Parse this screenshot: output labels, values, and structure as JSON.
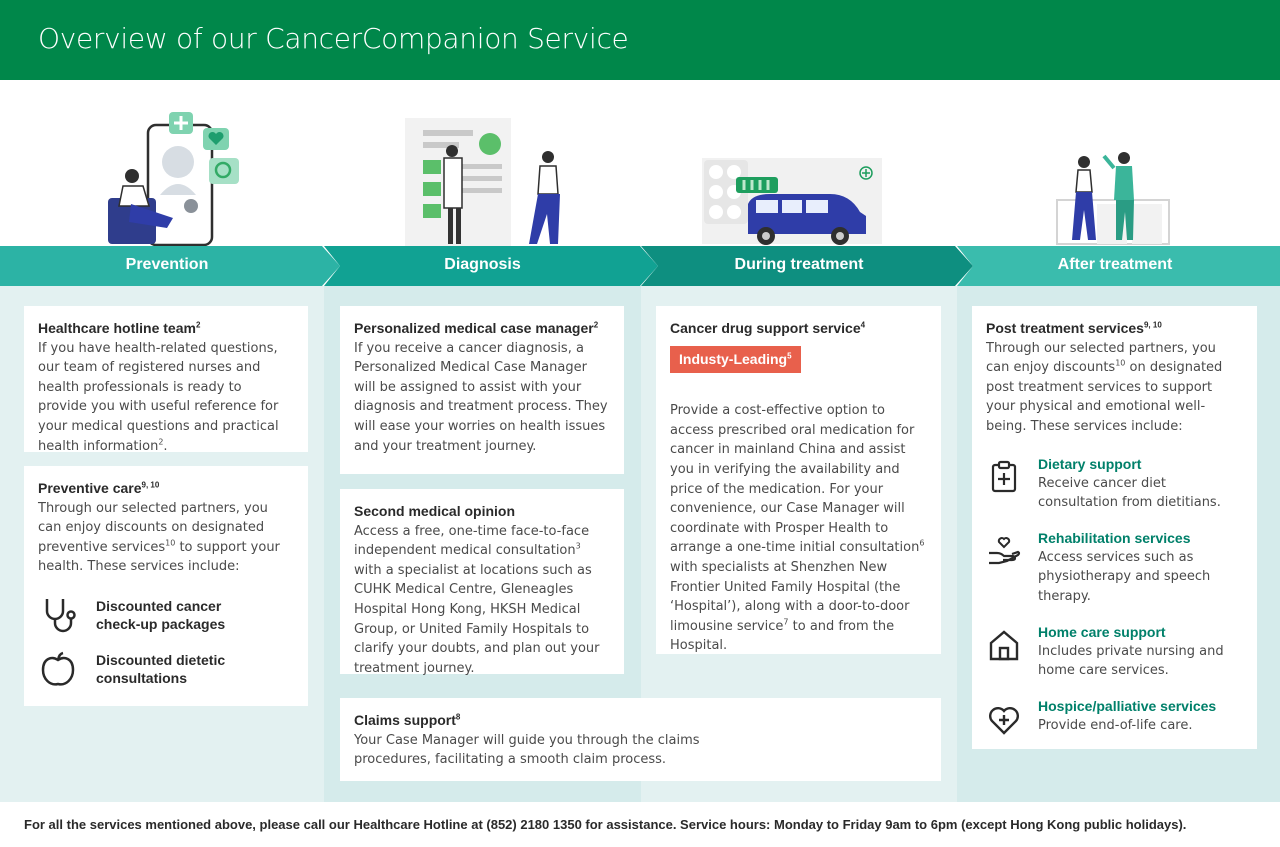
{
  "header": {
    "title": "Overview of our CancerCompanion Service"
  },
  "stages": [
    {
      "label": "Prevention"
    },
    {
      "label": "Diagnosis"
    },
    {
      "label": "During treatment"
    },
    {
      "label": "After treatment"
    }
  ],
  "colors": {
    "brand_green": "#00874a",
    "teal_band": "#1ea896",
    "teal_dark": "#0d9b88",
    "badge": "#e8604c",
    "service_title": "#00806a"
  },
  "prevention": {
    "hotline": {
      "title": "Healthcare hotline team",
      "title_sup": "2",
      "body": "If you have health-related questions, our team of registered nurses and health professionals is ready to provide you with useful reference for your medical questions and practical health information",
      "body_sup": "2",
      "body_end": "."
    },
    "preventive": {
      "title": "Preventive care",
      "title_sup": "9, 10",
      "body_a": "Through our selected partners, you can enjoy discounts on designated preventive services",
      "body_sup": "10",
      "body_b": " to support your health. These services include:",
      "items": [
        {
          "icon": "stethoscope-icon",
          "label": "Discounted cancer check-up packages"
        },
        {
          "icon": "apple-icon",
          "label": "Discounted dietetic consultations"
        }
      ]
    }
  },
  "diagnosis": {
    "case_manager": {
      "title": "Personalized medical case manager",
      "title_sup": "2",
      "body": "If you receive a cancer diagnosis, a Personalized Medical Case Manager will be assigned to assist with your diagnosis and treatment process. They will ease your worries on health issues and your treatment journey."
    },
    "second_opinion": {
      "title": "Second medical opinion",
      "body_a": "Access a free, one-time face-to-face independent medical consultation",
      "body_sup": "3",
      "body_b": " with a specialist at locations such as CUHK Medical Centre, Gleneagles Hospital Hong Kong, HKSH Medical Group, or United Family Hospitals to clarify your doubts, and plan out your treatment journey."
    }
  },
  "during": {
    "drug_support": {
      "title": "Cancer drug support service",
      "title_sup": "4",
      "badge": "Industy-Leading",
      "badge_sup": "5",
      "body_a": "Provide a cost-effective option to access prescribed oral medication for cancer in mainland China and assist you in verifying the availability and price of the medication. For your convenience, our Case Manager will coordinate with Prosper Health to arrange a one-time initial consultation",
      "sup_a": "6",
      "body_b": " with specialists at Shenzhen New Frontier United Family Hospital (the ‘Hospital’), along with a door-to-door limousine service",
      "sup_b": "7",
      "body_c": " to and from the Hospital."
    },
    "claims": {
      "title": "Claims support",
      "title_sup": "8",
      "body": "Your Case Manager will guide you through the claims procedures, facilitating a smooth claim process."
    }
  },
  "after": {
    "post": {
      "title": "Post treatment services",
      "title_sup": "9, 10",
      "body_a": "Through our selected partners, you can enjoy discounts",
      "body_sup": "10",
      "body_b": " on designated post treatment services to support your physical and emotional well-being. These services include:",
      "services": [
        {
          "icon": "clipboard-plus-icon",
          "title": "Dietary support",
          "desc": "Receive cancer diet consultation from dietitians."
        },
        {
          "icon": "hand-heart-icon",
          "title": "Rehabilitation services",
          "desc": "Access services such as physiotherapy and speech therapy."
        },
        {
          "icon": "home-icon",
          "title": "Home care support",
          "desc": "Includes private nursing and home care services."
        },
        {
          "icon": "heart-plus-icon",
          "title": "Hospice/palliative services",
          "desc": "Provide end-of-life care."
        }
      ]
    }
  },
  "footer": {
    "text": "For all the services mentioned above, please call our Healthcare Hotline at (852) 2180 1350 for assistance. Service hours: Monday to Friday 9am to 6pm (except Hong Kong public holidays)."
  }
}
